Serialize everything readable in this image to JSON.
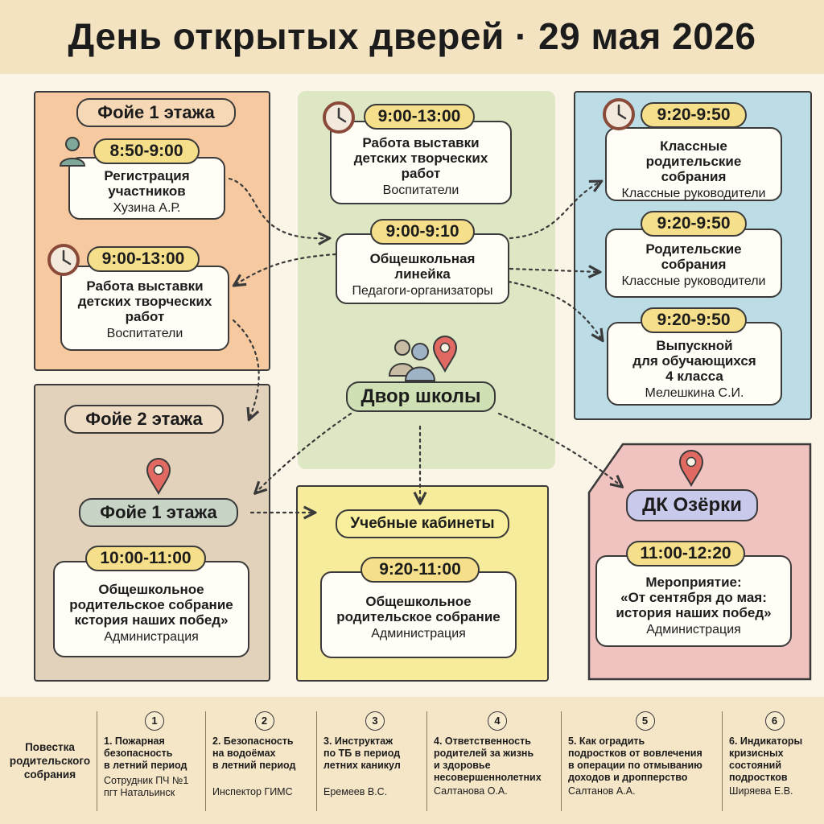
{
  "title": "День открытых дверей · 29 мая 2026",
  "zones": {
    "floor1_top": {
      "label": "Фойе 1 этажа"
    },
    "floor2": {
      "label": "Фойе 2 этажа"
    },
    "floor1_bottom": {
      "label": "Фойе 1 этажа"
    },
    "yard": {
      "label": "Двор школы"
    },
    "classrooms": {
      "label": "Учебные кабинеты"
    },
    "dk": {
      "label": "ДК Озёрки"
    }
  },
  "events": {
    "registration": {
      "time": "8:50-9:00",
      "title": "Регистрация\nучастников",
      "person": "Хузина А.Р."
    },
    "exhibition_left": {
      "time": "9:00-13:00",
      "title": "Работа выставки\nдетских творческих\nработ",
      "person": "Воспитатели"
    },
    "exhibition_center": {
      "time": "9:00-13:00",
      "title": "Работа выставки\nдетских творческих\nработ",
      "person": "Воспитатели"
    },
    "assembly": {
      "time": "9:00-9:10",
      "title": "Общешкольная\nлинейка",
      "person": "Педагоги-организаторы"
    },
    "class_meetings": {
      "time": "9:20-9:50",
      "title": "Классные\nродительские\nсобрания",
      "person": "Классные руководители"
    },
    "parent_meetings": {
      "time": "9:20-9:50",
      "title": "Родительские\nсобрания",
      "person": "Классные руководители"
    },
    "graduation": {
      "time": "9:20-9:50",
      "title": "Выпускной\nдля обучающихся\n4 класса",
      "person": "Мелешкина С.И."
    },
    "general_meeting_foyer": {
      "time": "10:00-11:00",
      "title": "Общешкольное\nродительское собрание\nкстория наших побед»",
      "person": "Администрация"
    },
    "general_meeting_class": {
      "time": "9:20-11:00",
      "title": "Общешкольное\nродительское собрание",
      "person": "Администрация"
    },
    "dk_event": {
      "time": "11:00-12:20",
      "title": "Мероприятие:\n«От сентября до мая:\nистория наших побед»",
      "person": "Администрация"
    }
  },
  "agenda": {
    "label": "Повестка\nродительского\nсобрания",
    "items": [
      {
        "num": "1",
        "title": "1. Пожарная\nбезопасность\nв летний период",
        "person": "Сотрудник ПЧ №1\nпгт Натальинск"
      },
      {
        "num": "2",
        "title": "2. Безопасность\nна водоёмах\nв летний период",
        "person": "Инспектор ГИМС"
      },
      {
        "num": "3",
        "title": "3. Инструктаж\nпо ТБ в период\nлетних каникул",
        "person": "Еремеев В.С."
      },
      {
        "num": "4",
        "title": "4. Ответственность\nродителей за жизнь\nи здоровье\nнесовершеннолетних",
        "person": "Салтанова О.А."
      },
      {
        "num": "5",
        "title": "5. Как оградить\nподростков от вовлечения\nв операции по отмыванию\nдоходов и дропперство",
        "person": "Салтанов А.А."
      },
      {
        "num": "6",
        "title": "6. Индикаторы\nкризисных\nсостояний\nподростков",
        "person": "Ширяева Е.В."
      }
    ]
  },
  "colors": {
    "time_pill": "#f6df8a",
    "pin": "#e06a62",
    "clock_ring": "#8a4a3a"
  },
  "icons": [
    "clock-icon",
    "person-icon",
    "people-icon",
    "location-pin-icon"
  ]
}
